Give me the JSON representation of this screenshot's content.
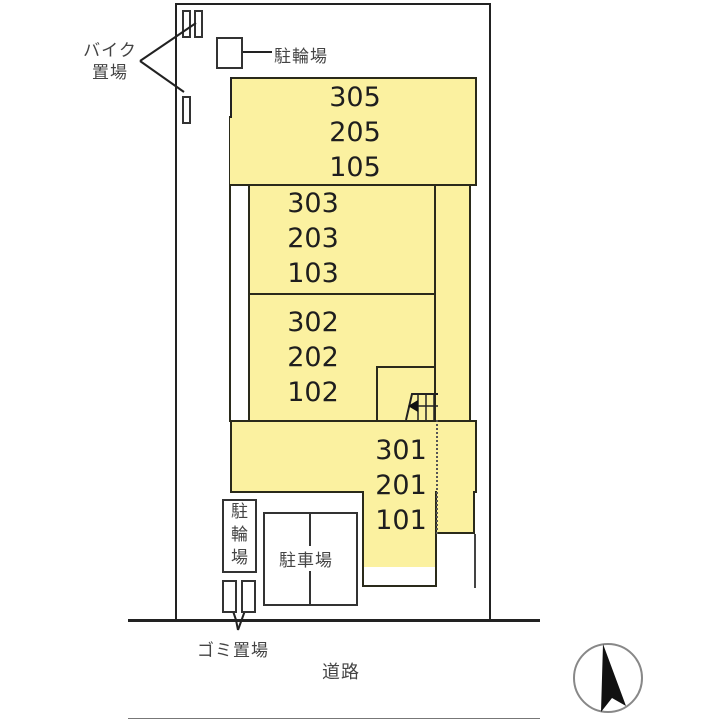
{
  "site_plan": {
    "colors": {
      "building_fill": "#fbf1a0",
      "line": "#222222",
      "background": "#ffffff"
    },
    "buildings": [
      {
        "name": "block-305",
        "units": [
          "305",
          "205",
          "105"
        ]
      },
      {
        "name": "block-303",
        "units": [
          "303",
          "203",
          "103"
        ]
      },
      {
        "name": "block-302",
        "units": [
          "302",
          "202",
          "102"
        ]
      },
      {
        "name": "block-301",
        "units": [
          "301",
          "201",
          "101"
        ]
      }
    ],
    "labels": {
      "bike_parking_motorcycle": "バイク\n置場",
      "bike_parking_motorcycle_line1": "バイク",
      "bike_parking_motorcycle_line2": "置場",
      "bicycle_parking_top": "駐輪場",
      "bicycle_parking_bottom_chars": [
        "駐",
        "輪",
        "場"
      ],
      "car_parking": "駐車場",
      "garbage_area": "ゴミ置場",
      "road": "道路"
    },
    "icons": {
      "north_arrow": "north-arrow-icon",
      "stairs": "stairs-icon"
    }
  }
}
